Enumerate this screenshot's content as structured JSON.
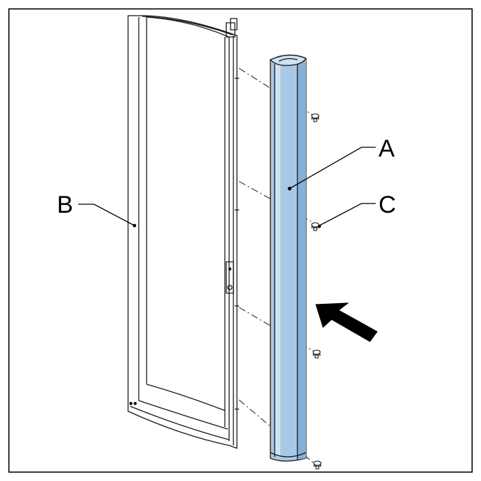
{
  "labels": {
    "a": "A",
    "b": "B",
    "c": "C"
  },
  "colors": {
    "frame": "#000000",
    "line": "#1a1a1a",
    "background": "#ffffff",
    "profile_fill": "#a8c9e6",
    "profile_highlight": "#cfe2f3",
    "profile_shade": "#86b0d6",
    "arrow": "#000000"
  }
}
